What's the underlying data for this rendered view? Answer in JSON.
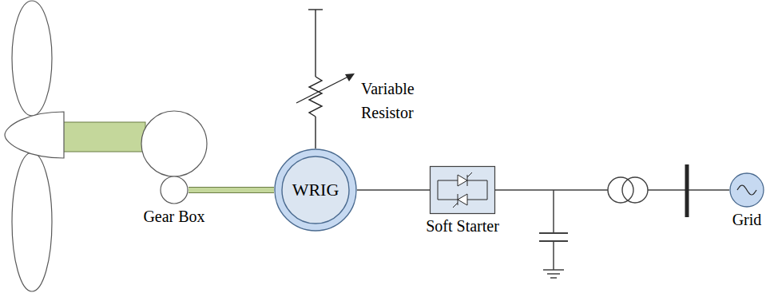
{
  "diagram": {
    "nodes": [
      {
        "text": [
          "Gear Box"
        ]
      },
      {
        "text": [
          "WRIG"
        ]
      },
      {
        "text": [
          "Soft Starter"
        ]
      },
      {
        "text": [
          "Grid"
        ]
      }
    ],
    "edges": [
      {
        "from": 0,
        "to": 1,
        "arrow": "none"
      },
      {
        "from": 1,
        "to": 2,
        "arrow": "none"
      }
    ],
    "labels": [
      "Variable Resistor"
    ]
  }
}
